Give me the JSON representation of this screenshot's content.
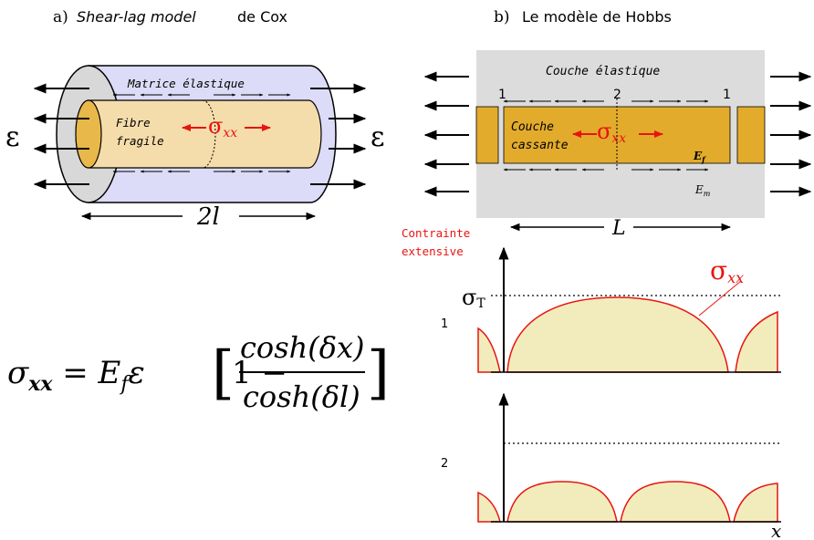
{
  "panel_a": {
    "tag": "a)",
    "title_italic": "Shear-lag model",
    "title_rest": " de Cox",
    "matrix_label": "Matrice élastique",
    "fiber_label_1": "Fibre",
    "fiber_label_2": "fragile",
    "sigma": "σ",
    "sigma_sub": "xx",
    "strain": "ε",
    "length": "2l",
    "formula": {
      "lhs": "σ",
      "lhs_sub": "xx",
      "eq": " = E",
      "ef_sub": "f",
      "eps": "ε",
      "num": "cosh(δx)",
      "den": "cosh(δl)",
      "one_minus": "1 −"
    },
    "colors": {
      "matrix": "#dcdcf8",
      "fiber": "#f5dcab",
      "fiber_end": "#e8b84a",
      "arrow_red": "#e8140f"
    }
  },
  "panel_b": {
    "tag": "b)",
    "title": "Le modèle de Hobbs",
    "elastic_layer": "Couche élastique",
    "brittle_1": "Couche",
    "brittle_2": "cassante",
    "marker_1_left": "1",
    "marker_2": "2",
    "marker_1_right": "1",
    "ef": "E",
    "ef_sub": "f",
    "em": "E",
    "em_sub": "m",
    "length": "L",
    "sigma": "σ",
    "sigma_sub": "xx",
    "colors": {
      "elastic": "#dcdcdc",
      "brittle": "#e3ab2c",
      "curve": "#e8140f",
      "fill": "#f2ecbd"
    }
  },
  "chart": {
    "ylabel_1": "Contrainte",
    "ylabel_2": "extensive",
    "threshold_label": "σ",
    "threshold_sub": "T",
    "curve_label": "σ",
    "curve_sub": "xx",
    "stage_1": "1",
    "stage_2": "2",
    "xlabel": "x"
  }
}
